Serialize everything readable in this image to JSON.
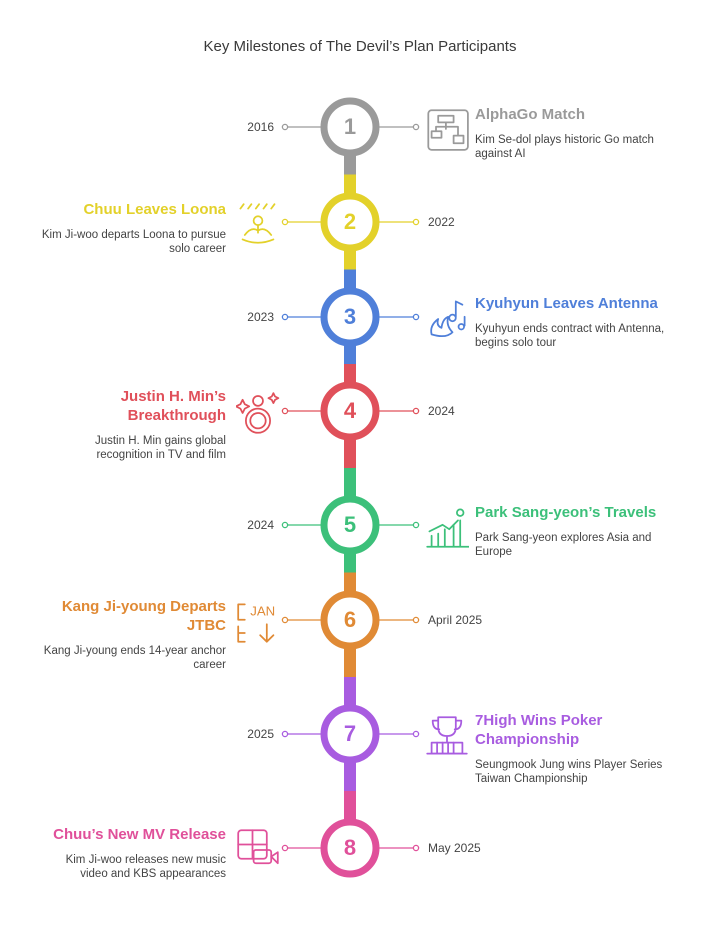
{
  "title": "Key Milestones of The Devil’s Plan Participants",
  "milestones": [
    {
      "number": "1",
      "year": "2016",
      "title": "AlphaGo Match",
      "description": "Kim Se-dol plays historic Go match against AI",
      "color": "#9a9a9a",
      "side": "right",
      "icon": "flowchart-icon"
    },
    {
      "number": "2",
      "year": "2022",
      "title": "Chuu Leaves Loona",
      "description": "Kim Ji-woo departs Loona to pursue solo career",
      "color": "#e3d12a",
      "side": "left",
      "icon": "meditating-person-icon"
    },
    {
      "number": "3",
      "year": "2023",
      "title": "Kyuhyun Leaves Antenna",
      "description": "Kyuhyun ends contract with Antenna, begins solo tour",
      "color": "#4f7fd9",
      "side": "right",
      "icon": "music-fire-icon"
    },
    {
      "number": "4",
      "year": "2024",
      "title": "Justin H. Min’s Breakthrough",
      "description": "Justin H. Min gains global recognition in TV and film",
      "color": "#e0505a",
      "side": "left",
      "icon": "sparkle-ring-icon"
    },
    {
      "number": "5",
      "year": "2024",
      "title": "Park Sang-yeon’s Travels",
      "description": "Park Sang-yeon explores Asia and Europe",
      "color": "#3cc07a",
      "side": "right",
      "icon": "growth-chart-icon"
    },
    {
      "number": "6",
      "year": "April 2025",
      "title": "Kang Ji-young Departs JTBC",
      "description": "Kang Ji-young ends 14-year anchor career",
      "color": "#e08a35",
      "side": "left",
      "icon": "calendar-jan-icon",
      "icon_text": "JAN"
    },
    {
      "number": "7",
      "year": "2025",
      "title": "7High Wins Poker Championship",
      "description": "Seungmook Jung wins Player Series Taiwan Championship",
      "color": "#a85ce0",
      "side": "right",
      "icon": "trophy-icon"
    },
    {
      "number": "8",
      "year": "May 2025",
      "title": "Chuu’s New MV Release",
      "description": "Kim Ji-woo releases new music video and KBS appearances",
      "color": "#e0509a",
      "side": "left",
      "icon": "video-camera-icon"
    }
  ]
}
